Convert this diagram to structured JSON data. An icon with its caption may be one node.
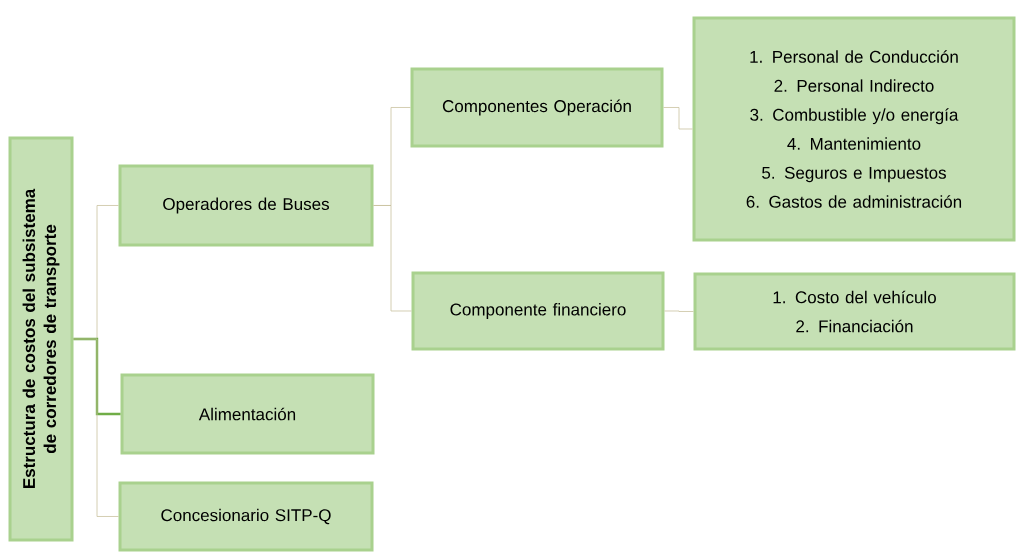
{
  "diagram": {
    "nodes": [
      {
        "text": [
          "Estructura de costos del subsistema de corredores de transporte"
        ]
      },
      {
        "text": [
          "Operadores de Buses"
        ]
      },
      {
        "text": [
          "Alimentación"
        ]
      },
      {
        "text": [
          "Concesionario SITP-Q"
        ]
      },
      {
        "text": [
          "Componentes Operación"
        ]
      },
      {
        "text": [
          "Componente financiero"
        ]
      },
      {
        "text": [
          "1. Personal de Conducción",
          "2. Personal Indirecto",
          "3. Combustible y/o energía",
          "4. Mantenimiento",
          "5. Seguros e Impuestos",
          "6. Gastos de administración"
        ]
      },
      {
        "text": [
          "1. Costo del vehículo",
          "2. Financiación"
        ]
      }
    ],
    "edges": [
      {
        "from": 0,
        "to": 1,
        "arrow": "none"
      },
      {
        "from": 0,
        "to": 2,
        "arrow": "none",
        "style": "thick",
        "color": "#70ad47"
      },
      {
        "from": 0,
        "to": 3,
        "arrow": "none"
      },
      {
        "from": 1,
        "to": 4,
        "arrow": "none"
      },
      {
        "from": 1,
        "to": 5,
        "arrow": "none"
      },
      {
        "from": 4,
        "to": 6,
        "arrow": "none"
      },
      {
        "from": 5,
        "to": 7,
        "arrow": "none"
      }
    ]
  }
}
